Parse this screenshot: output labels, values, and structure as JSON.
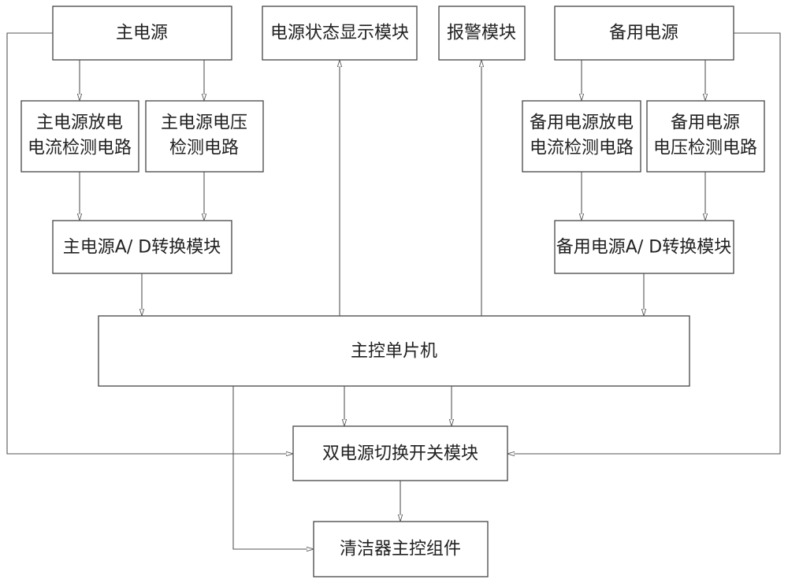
{
  "boxes": {
    "main_power": "主电源",
    "status_display": "电源状态显示模块",
    "alarm": "报警模块",
    "backup_power": "备用电源",
    "main_current_detect": [
      "主电源放电",
      "电流检测电路"
    ],
    "main_voltage_detect": [
      "主电源电压",
      "检测电路"
    ],
    "backup_current_detect": [
      "备用电源放电",
      "电流检测电路"
    ],
    "backup_voltage_detect": [
      "备用电源",
      "电压检测电路"
    ],
    "main_adc": "主电源A/ D转换模块",
    "backup_adc": "备用电源A/ D转换模块",
    "mcu": "主控单片机",
    "switch": "双电源切换开关模块",
    "cleaner": "清洁器主控组件"
  }
}
